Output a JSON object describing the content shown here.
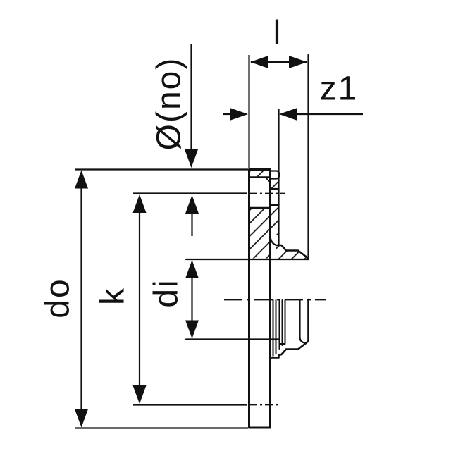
{
  "page": {
    "background": "#ffffff"
  },
  "drawing": {
    "title": "flange-adapter-cross-section",
    "line_color": "#111111",
    "labels": {
      "length": "l",
      "z_dimension": "z1",
      "bolt_hole": "Ø(no)",
      "outer_diameter": "do",
      "bolt_circle": "k",
      "inner_diameter": "di"
    }
  }
}
